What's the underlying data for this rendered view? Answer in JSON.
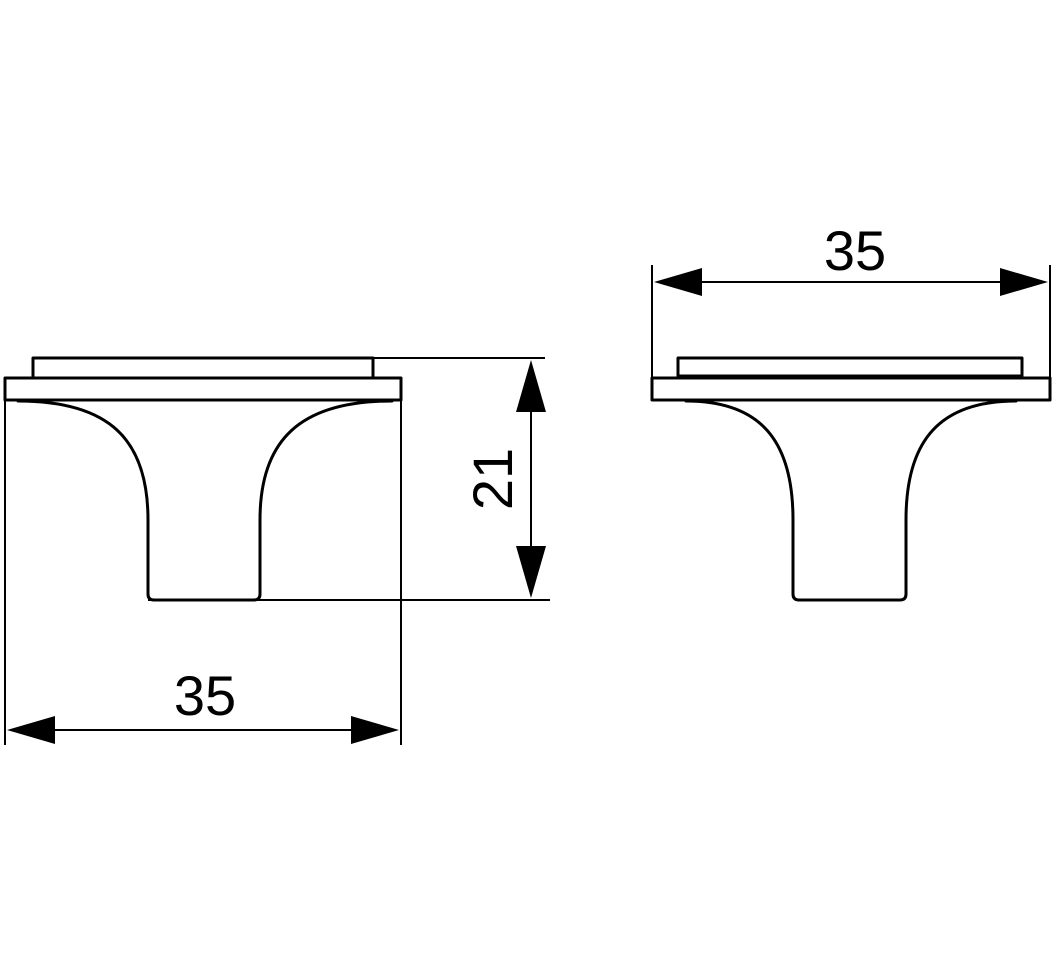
{
  "side_view": {
    "width_label": "35",
    "height_label": "21"
  },
  "front_view": {
    "width_label": "35"
  },
  "colors": {
    "line": "#000000",
    "background": "#ffffff"
  }
}
